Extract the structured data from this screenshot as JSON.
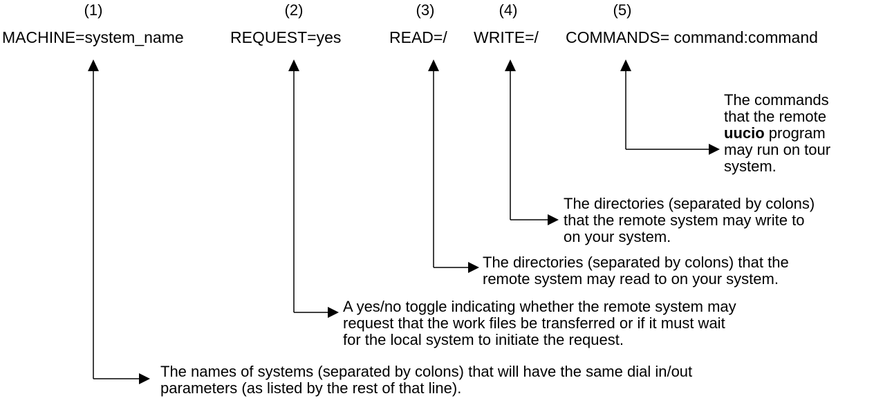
{
  "numbers": [
    "(1)",
    "(2)",
    "(3)",
    "(4)",
    "(5)"
  ],
  "fields": [
    "MACHINE=system_name",
    "REQUEST=yes",
    "READ=/",
    "WRITE=/",
    "COMMANDS= command:command"
  ],
  "descriptions": {
    "commands": {
      "line1": "The commands",
      "line2": "that the remote",
      "line3_bold": "uucio",
      "line3_rest": " program",
      "line4": "may run on tour",
      "line5": "system."
    },
    "write": {
      "line1": "The directories (separated by colons)",
      "line2": "that the remote system may write to",
      "line3": "on your system."
    },
    "read": {
      "line1": "The directories (separated by colons) that the",
      "line2": "remote system may read to on your system."
    },
    "request": {
      "line1": "A yes/no toggle indicating whether the remote system may",
      "line2": "request that the work files be transferred or if it must wait",
      "line3": "for the local system to initiate the request."
    },
    "machine": {
      "line1": "The names of systems (separated by colons) that will have the same dial in/out",
      "line2": "parameters (as listed by the rest of that line)."
    }
  }
}
